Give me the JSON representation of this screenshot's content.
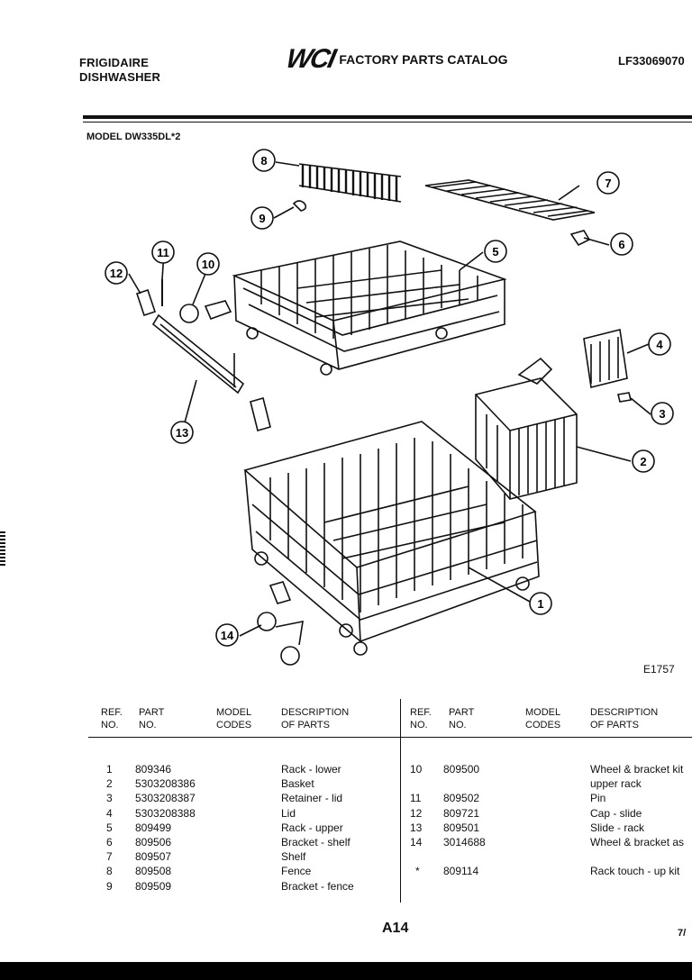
{
  "header": {
    "brand_line1": "FRIGIDAIRE",
    "brand_line2": "DISHWASHER",
    "logo": "WCI",
    "catalog_title": "FACTORY PARTS CATALOG",
    "catalog_number": "LF33069070"
  },
  "model_label": "MODEL DW335DL*2",
  "figure_id": "E1757",
  "callouts": [
    "1",
    "2",
    "3",
    "4",
    "5",
    "6",
    "7",
    "8",
    "9",
    "10",
    "11",
    "12",
    "13",
    "14"
  ],
  "table_headers": {
    "ref": "REF.",
    "no": "NO.",
    "part": "PART",
    "part_no": "NO.",
    "model": "MODEL",
    "codes": "CODES",
    "desc": "DESCRIPTION",
    "of_parts": "OF PARTS"
  },
  "parts_left": [
    {
      "ref": "1",
      "part": "809346",
      "codes": "",
      "desc": "Rack - lower"
    },
    {
      "ref": "2",
      "part": "5303208386",
      "codes": "",
      "desc": "Basket"
    },
    {
      "ref": "3",
      "part": "5303208387",
      "codes": "",
      "desc": "Retainer - lid"
    },
    {
      "ref": "4",
      "part": "5303208388",
      "codes": "",
      "desc": "Lid"
    },
    {
      "ref": "5",
      "part": "809499",
      "codes": "",
      "desc": "Rack - upper"
    },
    {
      "ref": "6",
      "part": "809506",
      "codes": "",
      "desc": "Bracket - shelf"
    },
    {
      "ref": "7",
      "part": "809507",
      "codes": "",
      "desc": "Shelf"
    },
    {
      "ref": "8",
      "part": "809508",
      "codes": "",
      "desc": "Fence"
    },
    {
      "ref": "9",
      "part": "809509",
      "codes": "",
      "desc": "Bracket - fence"
    }
  ],
  "parts_right": [
    {
      "ref": "10",
      "part": "809500",
      "codes": "",
      "desc": "Wheel & bracket kit"
    },
    {
      "ref": "",
      "part": "",
      "codes": "",
      "desc": "upper rack"
    },
    {
      "ref": "11",
      "part": "809502",
      "codes": "",
      "desc": "Pin"
    },
    {
      "ref": "12",
      "part": "809721",
      "codes": "",
      "desc": "Cap - slide"
    },
    {
      "ref": "13",
      "part": "809501",
      "codes": "",
      "desc": "Slide - rack"
    },
    {
      "ref": "14",
      "part": "3014688",
      "codes": "",
      "desc": "Wheel & bracket as"
    },
    {
      "ref": "",
      "part": "",
      "codes": "",
      "desc": ""
    },
    {
      "ref": "*",
      "part": "809114",
      "codes": "",
      "desc": "Rack touch - up kit"
    }
  ],
  "footer": {
    "page": "A14",
    "corner": "7/"
  }
}
